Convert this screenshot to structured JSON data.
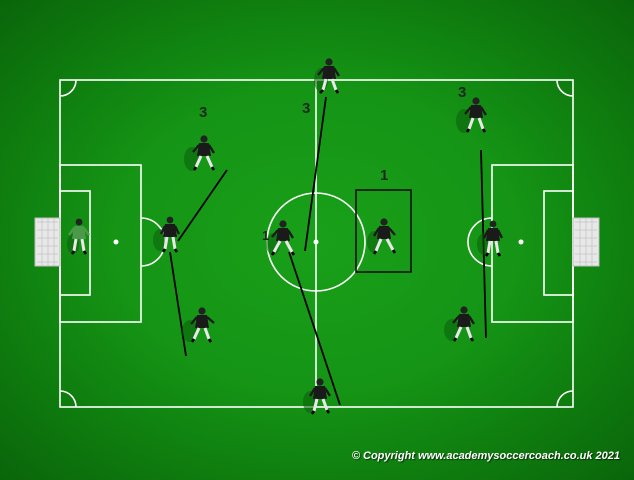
{
  "labels": {
    "left_group": "3",
    "centre_group": "3",
    "right_group": "3",
    "box_marker": "1",
    "centre_player_marker": "1"
  },
  "copyright": "© Copyright www.academysoccercoach.co.uk 2021",
  "colors": {
    "grass": "#159415",
    "lines": "#ffffff",
    "player_shirt": "#1a1a1a",
    "keeper_shirt": "#3c8a3c",
    "cover_lines": "#000000"
  }
}
